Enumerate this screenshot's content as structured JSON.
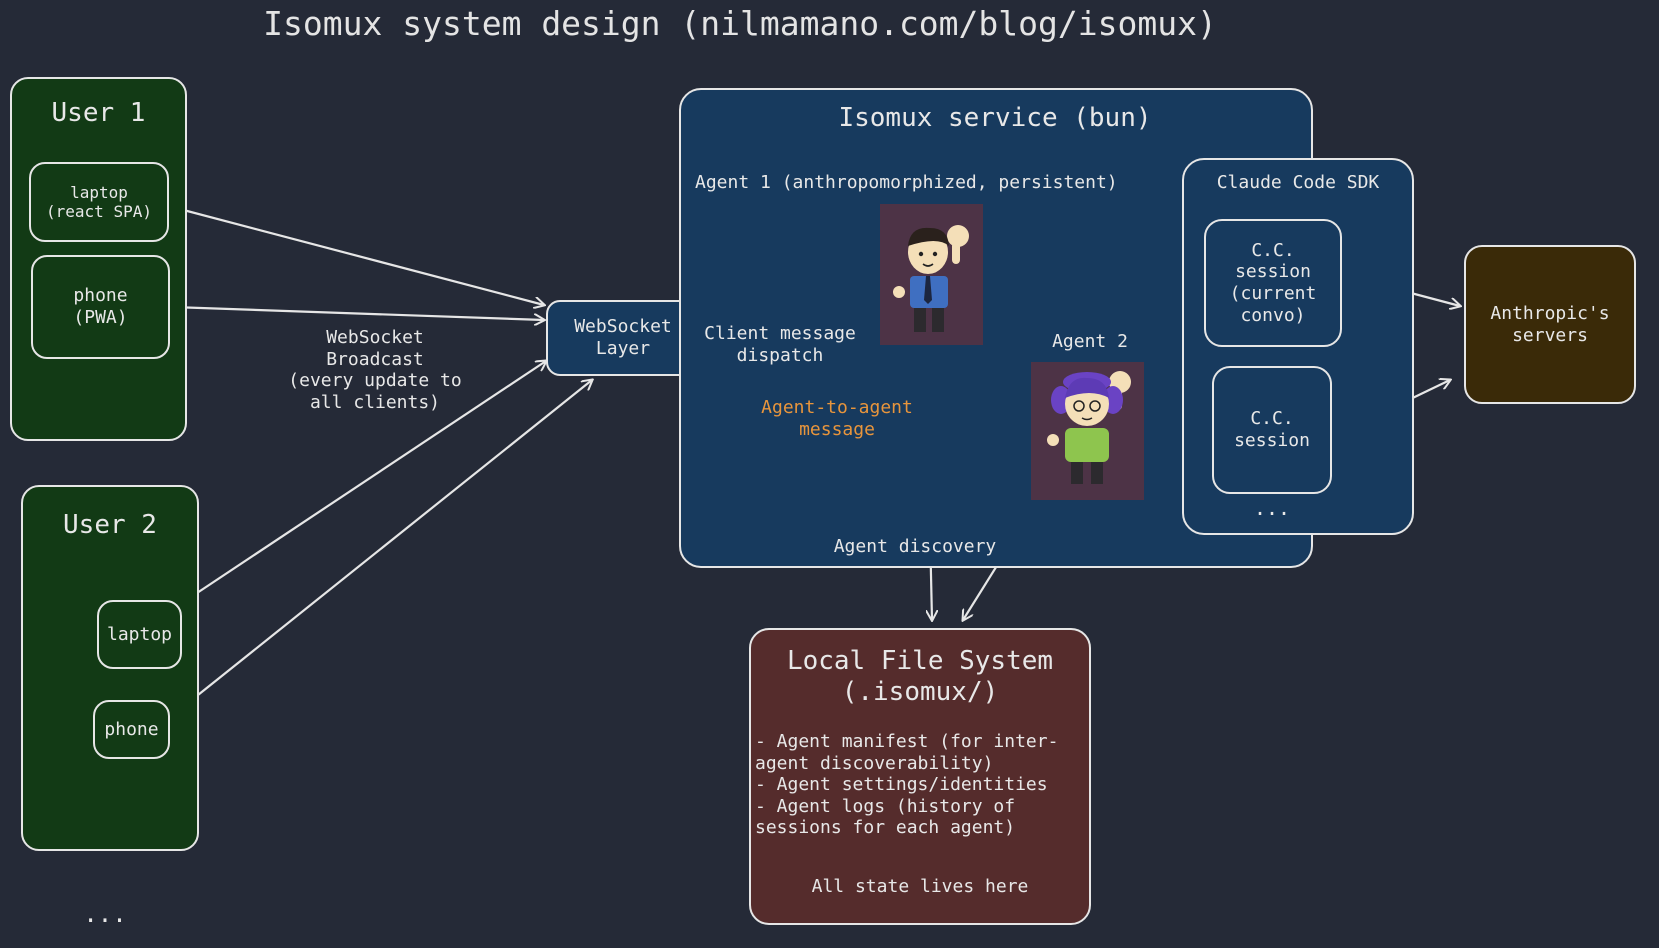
{
  "title": "Isomux system design (nilmamano.com/blog/isomux)",
  "user1": {
    "label": "User 1",
    "laptop": "laptop\n(react SPA)",
    "phone": "phone\n(PWA)"
  },
  "user2": {
    "label": "User 2",
    "laptop": "laptop",
    "phone": "phone"
  },
  "more_users": "...",
  "broadcast_note": "WebSocket\nBroadcast\n(every update to\nall clients)",
  "websocket_layer": "WebSocket\nLayer",
  "client_dispatch": "Client message\ndispatch",
  "service": {
    "title": "Isomux service (bun)",
    "agent1_label": "Agent 1 (anthropomorphized, persistent)",
    "agent2_label": "Agent 2",
    "agent_to_agent": "Agent-to-agent\nmessage",
    "agent_discovery": "Agent discovery"
  },
  "sdk": {
    "title": "Claude Code SDK",
    "session1": "C.C.\nsession\n(current\nconvo)",
    "session2": "C.C.\nsession",
    "more": "..."
  },
  "anthropic": "Anthropic's\nservers",
  "fs": {
    "title": "Local File System\n(.isomux/)",
    "items": "- Agent manifest (for inter-\nagent discoverability)\n- Agent settings/identities\n- Agent logs (history of\nsessions for each agent)",
    "footer": "All state lives here"
  },
  "colors": {
    "background": "#252a37",
    "user_box": "#123a15",
    "service_box": "#173a5e",
    "anthropic_box": "#3a2a08",
    "filesystem_box": "#552c2c",
    "agent_message": "#e8953c"
  }
}
